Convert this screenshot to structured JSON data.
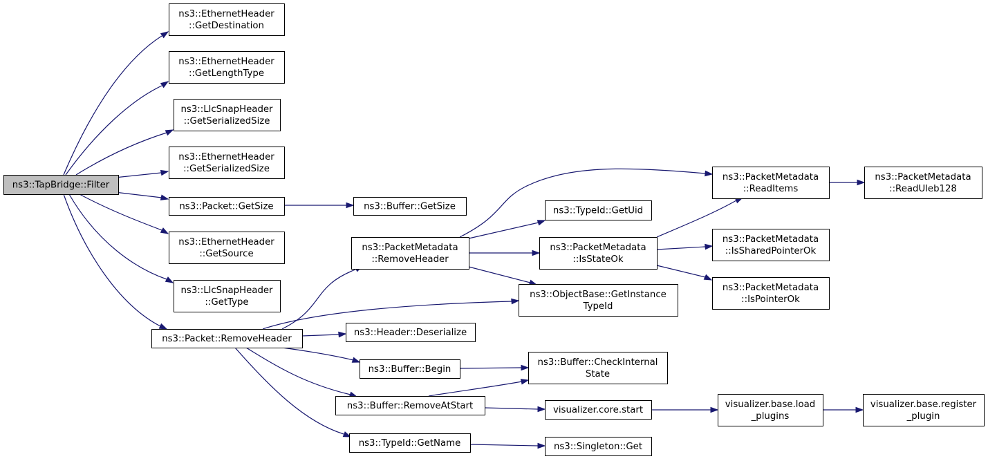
{
  "colors": {
    "edge": "#191970",
    "root_fill": "#bfbfbf",
    "node_fill": "#ffffff"
  },
  "nodes": [
    {
      "id": "filter",
      "lines": [
        "ns3::TapBridge::Filter"
      ],
      "root": true
    },
    {
      "id": "eh_dest",
      "lines": [
        "ns3::EthernetHeader",
        "::GetDestination"
      ]
    },
    {
      "id": "eh_len",
      "lines": [
        "ns3::EthernetHeader",
        "::GetLengthType"
      ]
    },
    {
      "id": "llc_ser",
      "lines": [
        "ns3::LlcSnapHeader",
        "::GetSerializedSize"
      ]
    },
    {
      "id": "eh_ser",
      "lines": [
        "ns3::EthernetHeader",
        "::GetSerializedSize"
      ]
    },
    {
      "id": "pkt_size",
      "lines": [
        "ns3::Packet::GetSize"
      ]
    },
    {
      "id": "eh_src",
      "lines": [
        "ns3::EthernetHeader",
        "::GetSource"
      ]
    },
    {
      "id": "llc_type",
      "lines": [
        "ns3::LlcSnapHeader",
        "::GetType"
      ]
    },
    {
      "id": "pkt_rmh",
      "lines": [
        "ns3::Packet::RemoveHeader"
      ]
    },
    {
      "id": "buf_size",
      "lines": [
        "ns3::Buffer::GetSize"
      ]
    },
    {
      "id": "pm_rmh",
      "lines": [
        "ns3::PacketMetadata",
        "::RemoveHeader"
      ]
    },
    {
      "id": "hdr_deser",
      "lines": [
        "ns3::Header::Deserialize"
      ]
    },
    {
      "id": "buf_begin",
      "lines": [
        "ns3::Buffer::Begin"
      ]
    },
    {
      "id": "buf_ras",
      "lines": [
        "ns3::Buffer::RemoveAtStart"
      ]
    },
    {
      "id": "tid_name",
      "lines": [
        "ns3::TypeId::GetName"
      ]
    },
    {
      "id": "tid_uid",
      "lines": [
        "ns3::TypeId::GetUid"
      ]
    },
    {
      "id": "pm_state",
      "lines": [
        "ns3::PacketMetadata",
        "::IsStateOk"
      ]
    },
    {
      "id": "ob_git",
      "lines": [
        "ns3::ObjectBase::GetInstance",
        "TypeId"
      ]
    },
    {
      "id": "buf_cis",
      "lines": [
        "ns3::Buffer::CheckInternal",
        "State"
      ]
    },
    {
      "id": "viz_start",
      "lines": [
        "visualizer.core.start"
      ]
    },
    {
      "id": "singleton",
      "lines": [
        "ns3::Singleton::Get"
      ]
    },
    {
      "id": "pm_read",
      "lines": [
        "ns3::PacketMetadata",
        "::ReadItems"
      ]
    },
    {
      "id": "pm_shared",
      "lines": [
        "ns3::PacketMetadata",
        "::IsSharedPointerOk"
      ]
    },
    {
      "id": "pm_ptr",
      "lines": [
        "ns3::PacketMetadata",
        "::IsPointerOk"
      ]
    },
    {
      "id": "viz_load",
      "lines": [
        "visualizer.base.load",
        "_plugins"
      ]
    },
    {
      "id": "pm_uleb",
      "lines": [
        "ns3::PacketMetadata",
        "::ReadUleb128"
      ]
    },
    {
      "id": "viz_reg",
      "lines": [
        "visualizer.base.register",
        "_plugin"
      ]
    }
  ],
  "edges": [
    {
      "from": "filter",
      "to": "eh_dest"
    },
    {
      "from": "filter",
      "to": "eh_len"
    },
    {
      "from": "filter",
      "to": "llc_ser"
    },
    {
      "from": "filter",
      "to": "eh_ser"
    },
    {
      "from": "filter",
      "to": "pkt_size"
    },
    {
      "from": "filter",
      "to": "eh_src"
    },
    {
      "from": "filter",
      "to": "llc_type"
    },
    {
      "from": "filter",
      "to": "pkt_rmh"
    },
    {
      "from": "pkt_size",
      "to": "buf_size"
    },
    {
      "from": "pkt_rmh",
      "to": "pm_rmh"
    },
    {
      "from": "pkt_rmh",
      "to": "ob_git"
    },
    {
      "from": "pkt_rmh",
      "to": "hdr_deser"
    },
    {
      "from": "pkt_rmh",
      "to": "buf_begin"
    },
    {
      "from": "pkt_rmh",
      "to": "buf_ras"
    },
    {
      "from": "pkt_rmh",
      "to": "tid_name"
    },
    {
      "from": "pm_rmh",
      "to": "pm_read"
    },
    {
      "from": "pm_rmh",
      "to": "tid_uid"
    },
    {
      "from": "pm_rmh",
      "to": "pm_state"
    },
    {
      "from": "pm_rmh",
      "to": "ob_git"
    },
    {
      "from": "pm_state",
      "to": "pm_read"
    },
    {
      "from": "pm_state",
      "to": "pm_shared"
    },
    {
      "from": "pm_state",
      "to": "pm_ptr"
    },
    {
      "from": "pm_read",
      "to": "pm_uleb"
    },
    {
      "from": "buf_begin",
      "to": "buf_cis"
    },
    {
      "from": "buf_ras",
      "to": "buf_cis"
    },
    {
      "from": "buf_ras",
      "to": "viz_start"
    },
    {
      "from": "viz_start",
      "to": "viz_load"
    },
    {
      "from": "viz_load",
      "to": "viz_reg"
    },
    {
      "from": "tid_name",
      "to": "singleton"
    }
  ]
}
